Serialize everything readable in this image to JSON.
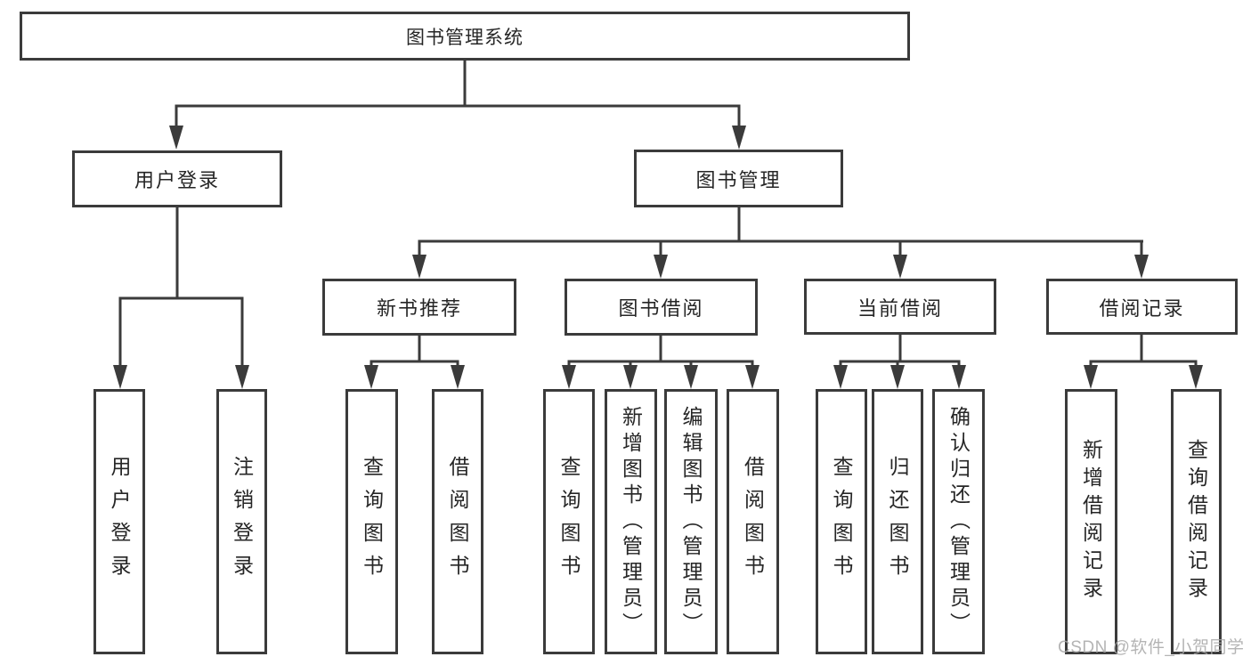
{
  "diagram": {
    "root": {
      "label": "图书管理系统"
    },
    "level2": [
      {
        "label": "用户登录",
        "children": [
          {
            "label": "用户登录"
          },
          {
            "label": "注销登录"
          }
        ]
      },
      {
        "label": "图书管理",
        "children": [
          {
            "label": "新书推荐",
            "children": [
              {
                "label": "查询图书"
              },
              {
                "label": "借阅图书"
              }
            ]
          },
          {
            "label": "图书借阅",
            "children": [
              {
                "label": "查询图书"
              },
              {
                "label": "新增图书（管理员）"
              },
              {
                "label": "编辑图书（管理员）"
              },
              {
                "label": "借阅图书"
              }
            ]
          },
          {
            "label": "当前借阅",
            "children": [
              {
                "label": "查询图书"
              },
              {
                "label": "归还图书"
              },
              {
                "label": "确认归还（管理员）"
              }
            ]
          },
          {
            "label": "借阅记录",
            "children": [
              {
                "label": "新增借阅记录"
              },
              {
                "label": "查询借阅记录"
              }
            ]
          }
        ]
      }
    ]
  },
  "watermark": {
    "text": "CSDN @软件_小贺同学"
  },
  "colors": {
    "line": "#3b3b3b",
    "text": "#262626",
    "background": "#ffffff",
    "watermark": "#a8a8a8"
  }
}
